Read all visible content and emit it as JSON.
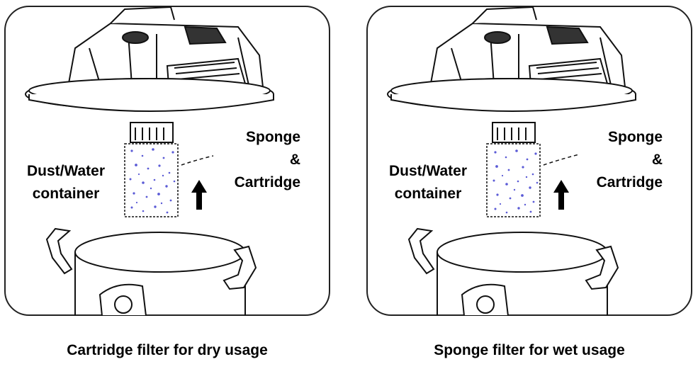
{
  "panels": [
    {
      "id": "dry",
      "container_label_line1": "Dust/Water",
      "container_label_line2": "container",
      "filter_label_line1": "Sponge",
      "filter_label_line2": "&",
      "filter_label_line3": "Cartridge",
      "caption": "Cartridge filter for dry usage"
    },
    {
      "id": "wet",
      "container_label_line1": "Dust/Water",
      "container_label_line2": "container",
      "filter_label_line1": "Sponge",
      "filter_label_line2": "&",
      "filter_label_line3": "Cartridge",
      "caption": "Sponge filter for wet usage"
    }
  ],
  "colors": {
    "line": "#111111",
    "speckle": "#5b5bd6",
    "frame": "#222222"
  }
}
